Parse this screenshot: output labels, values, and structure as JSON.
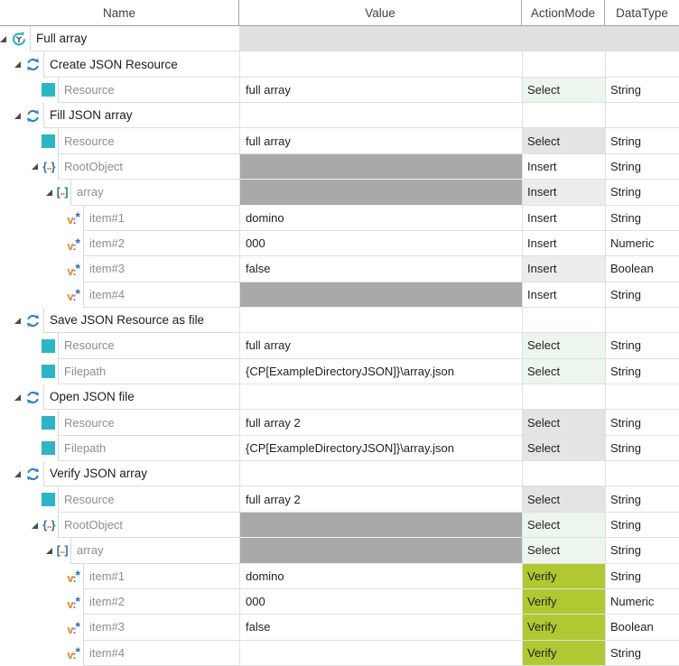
{
  "table": {
    "columns": [
      "Name",
      "Value",
      "ActionMode",
      "DataType"
    ],
    "rows": [
      {
        "label": "Full array",
        "level": 0,
        "icon": "testcase-icon",
        "expander": true,
        "kind": "section",
        "value": "",
        "value_bg": "rowgray",
        "action": "",
        "action_bg": "rowgray",
        "dtype": "",
        "dtype_bg": "rowgray"
      },
      {
        "label": "Create JSON Resource",
        "level": 1,
        "icon": "refresh-icon",
        "expander": true,
        "kind": "section",
        "value": "",
        "value_bg": "white",
        "action": "",
        "action_bg": "white",
        "dtype": "",
        "dtype_bg": "white"
      },
      {
        "label": "Resource",
        "level": 2,
        "icon": "attribute-square-icon",
        "expander": false,
        "kind": "param",
        "value": "full array",
        "value_bg": "white",
        "action": "Select",
        "action_bg": "green",
        "dtype": "String",
        "dtype_bg": "white"
      },
      {
        "label": "Fill JSON array",
        "level": 1,
        "icon": "refresh-icon",
        "expander": true,
        "kind": "section",
        "value": "",
        "value_bg": "white",
        "action": "",
        "action_bg": "white",
        "dtype": "",
        "dtype_bg": "white"
      },
      {
        "label": "Resource",
        "level": 2,
        "icon": "attribute-square-icon",
        "expander": false,
        "kind": "param",
        "value": "full array",
        "value_bg": "white",
        "action": "Select",
        "action_bg": "gray",
        "dtype": "String",
        "dtype_bg": "white"
      },
      {
        "label": "RootObject",
        "level": 2,
        "icon": "json-object-icon",
        "expander": true,
        "kind": "param",
        "value": "",
        "value_bg": "dark",
        "action": "Insert",
        "action_bg": "white",
        "dtype": "String",
        "dtype_bg": "white"
      },
      {
        "label": "array",
        "level": 3,
        "icon": "json-array-icon",
        "expander": true,
        "kind": "param",
        "value": "",
        "value_bg": "dark",
        "action": "Insert",
        "action_bg": "stripe",
        "dtype": "String",
        "dtype_bg": "white"
      },
      {
        "label": "item#1",
        "level": 4,
        "icon": "value-star-icon",
        "expander": false,
        "kind": "param",
        "value": "domino",
        "value_bg": "white",
        "action": "Insert",
        "action_bg": "white",
        "dtype": "String",
        "dtype_bg": "white"
      },
      {
        "label": "item#2",
        "level": 4,
        "icon": "value-star-icon",
        "expander": false,
        "kind": "param",
        "value": "000",
        "value_bg": "white",
        "action": "Insert",
        "action_bg": "white",
        "dtype": "Numeric",
        "dtype_bg": "white"
      },
      {
        "label": "item#3",
        "level": 4,
        "icon": "value-star-icon",
        "expander": false,
        "kind": "param",
        "value": "false",
        "value_bg": "white",
        "action": "Insert",
        "action_bg": "stripe",
        "dtype": "Boolean",
        "dtype_bg": "white"
      },
      {
        "label": "item#4",
        "level": 4,
        "icon": "value-star-icon",
        "expander": false,
        "kind": "param",
        "value": "",
        "value_bg": "dark",
        "action": "Insert",
        "action_bg": "white",
        "dtype": "String",
        "dtype_bg": "white"
      },
      {
        "label": "Save JSON Resource as file",
        "level": 1,
        "icon": "refresh-icon",
        "expander": true,
        "kind": "section",
        "value": "",
        "value_bg": "white",
        "action": "",
        "action_bg": "white",
        "dtype": "",
        "dtype_bg": "white"
      },
      {
        "label": "Resource",
        "level": 2,
        "icon": "attribute-square-icon",
        "expander": false,
        "kind": "param",
        "value": "full array",
        "value_bg": "white",
        "action": "Select",
        "action_bg": "green",
        "dtype": "String",
        "dtype_bg": "white"
      },
      {
        "label": "Filepath",
        "level": 2,
        "icon": "attribute-square-icon",
        "expander": false,
        "kind": "param",
        "value": "{CP[ExampleDirectoryJSON]}\\array.json",
        "value_bg": "white",
        "action": "Select",
        "action_bg": "green",
        "dtype": "String",
        "dtype_bg": "white"
      },
      {
        "label": "Open JSON file",
        "level": 1,
        "icon": "refresh-icon",
        "expander": true,
        "kind": "section",
        "value": "",
        "value_bg": "white",
        "action": "",
        "action_bg": "white",
        "dtype": "",
        "dtype_bg": "white"
      },
      {
        "label": "Resource",
        "level": 2,
        "icon": "attribute-square-icon",
        "expander": false,
        "kind": "param",
        "value": "full array 2",
        "value_bg": "white",
        "action": "Select",
        "action_bg": "gray",
        "dtype": "String",
        "dtype_bg": "white"
      },
      {
        "label": "Filepath",
        "level": 2,
        "icon": "attribute-square-icon",
        "expander": false,
        "kind": "param",
        "value": "{CP[ExampleDirectoryJSON]}\\array.json",
        "value_bg": "white",
        "action": "Select",
        "action_bg": "gray",
        "dtype": "String",
        "dtype_bg": "white"
      },
      {
        "label": "Verify JSON array",
        "level": 1,
        "icon": "refresh-icon",
        "expander": true,
        "kind": "section",
        "value": "",
        "value_bg": "white",
        "action": "",
        "action_bg": "white",
        "dtype": "",
        "dtype_bg": "white"
      },
      {
        "label": "Resource",
        "level": 2,
        "icon": "attribute-square-icon",
        "expander": false,
        "kind": "param",
        "value": "full array 2",
        "value_bg": "white",
        "action": "Select",
        "action_bg": "gray",
        "dtype": "String",
        "dtype_bg": "white"
      },
      {
        "label": "RootObject",
        "level": 2,
        "icon": "json-object-icon",
        "expander": true,
        "kind": "param",
        "value": "",
        "value_bg": "dark",
        "action": "Select",
        "action_bg": "green",
        "dtype": "String",
        "dtype_bg": "white"
      },
      {
        "label": "array",
        "level": 3,
        "icon": "json-array-icon",
        "expander": true,
        "kind": "param",
        "value": "",
        "value_bg": "dark",
        "action": "Select",
        "action_bg": "green",
        "dtype": "String",
        "dtype_bg": "white"
      },
      {
        "label": "item#1",
        "level": 4,
        "icon": "value-star-icon",
        "expander": false,
        "kind": "param",
        "value": "domino",
        "value_bg": "white",
        "action": "Verify",
        "action_bg": "lime",
        "dtype": "String",
        "dtype_bg": "white"
      },
      {
        "label": "item#2",
        "level": 4,
        "icon": "value-star-icon",
        "expander": false,
        "kind": "param",
        "value": "000",
        "value_bg": "white",
        "action": "Verify",
        "action_bg": "lime",
        "dtype": "Numeric",
        "dtype_bg": "white"
      },
      {
        "label": "item#3",
        "level": 4,
        "icon": "value-star-icon",
        "expander": false,
        "kind": "param",
        "value": "false",
        "value_bg": "white",
        "action": "Verify",
        "action_bg": "lime",
        "dtype": "Boolean",
        "dtype_bg": "white"
      },
      {
        "label": "item#4",
        "level": 4,
        "icon": "value-star-icon",
        "expander": false,
        "kind": "param",
        "value": "",
        "value_bg": "white",
        "action": "Verify",
        "action_bg": "lime",
        "dtype": "String",
        "dtype_bg": "white"
      }
    ]
  },
  "icon_glyphs": {
    "json-object-icon": {
      "open": "{",
      "dots": "..",
      "close": "}"
    },
    "json-array-icon": {
      "open": "[",
      "dots": "..",
      "close": "]"
    },
    "value-star-icon": {
      "v": "v",
      "colon": ":",
      "star": "*"
    }
  },
  "colors": {
    "teal": "#2cb5c5",
    "refresh_blue": "#2e7fc2",
    "brace_blue": "#2c6fad",
    "orange": "#e8842c",
    "lime": "#b2c832",
    "select_green": "#edf6ed",
    "select_gray": "#e4e4e4",
    "stripe_gray": "#ececec",
    "dark_gray": "#a9a9a9",
    "row_gray": "#e0e0e0"
  }
}
